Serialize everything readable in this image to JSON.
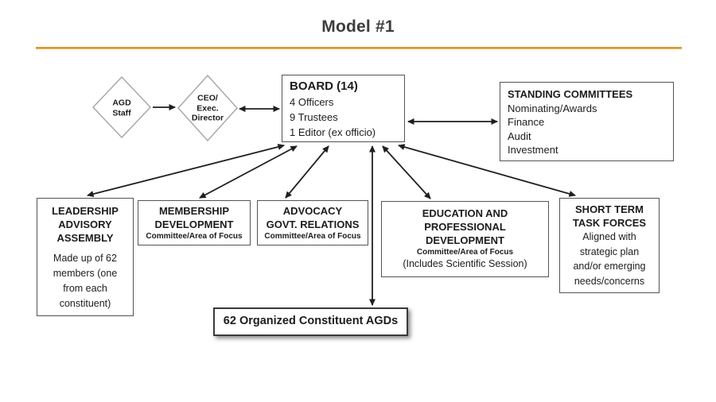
{
  "title": "Model #1",
  "accent_color": "#DFA13C",
  "staff_chain": {
    "agd": "AGD\nStaff",
    "ceo": "CEO/\nExec.\nDirector"
  },
  "board": {
    "title": "BOARD (14)",
    "members": [
      "4 Officers",
      "9 Trustees",
      "1 Editor (ex officio)"
    ]
  },
  "standing_committees": {
    "title": "STANDING COMMITTEES",
    "items": [
      "Nominating/Awards",
      "Finance",
      "Audit",
      "Investment"
    ]
  },
  "groups": {
    "leadership": {
      "title": "LEADERSHIP\nADVISORY\nASSEMBLY",
      "body": "Made up of 62\nmembers (one\nfrom each\nconstituent)"
    },
    "membership": {
      "title": "MEMBERSHIP\nDEVELOPMENT",
      "subtitle": "Committee/Area of Focus"
    },
    "advocacy": {
      "title": "ADVOCACY\nGOVT. RELATIONS",
      "subtitle": "Committee/Area of Focus"
    },
    "education": {
      "title": "EDUCATION AND\nPROFESSIONAL\nDEVELOPMENT",
      "subtitle": "Committee/Area of Focus",
      "note": "(Includes Scientific Session)"
    },
    "short_term": {
      "title": "SHORT TERM\nTASK FORCES",
      "body": "Aligned with\nstrategic plan\nand/or emerging\nneeds/concerns"
    }
  },
  "constituents": {
    "label": "62 Organized Constituent AGDs"
  }
}
